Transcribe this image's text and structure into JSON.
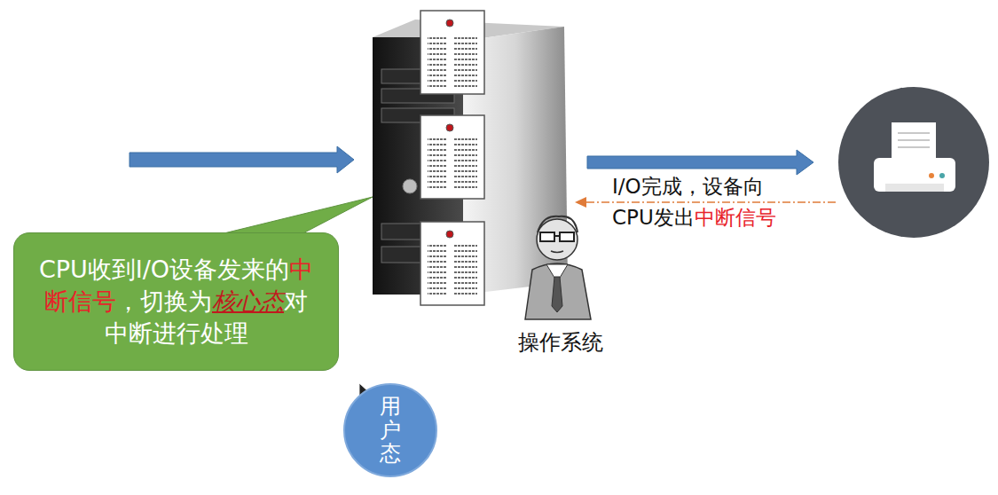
{
  "diagram": {
    "nodes": [
      {
        "text": [
          "CPU收到I/O设备发来的",
          "中断信号",
          "，切换为",
          "核心态",
          "对中断进行处理"
        ]
      },
      {
        "text": [
          "用户态"
        ]
      }
    ],
    "labels": [
      "I/O完成，设备向",
      "CPU发出",
      "中断信号",
      "操作系统"
    ]
  }
}
